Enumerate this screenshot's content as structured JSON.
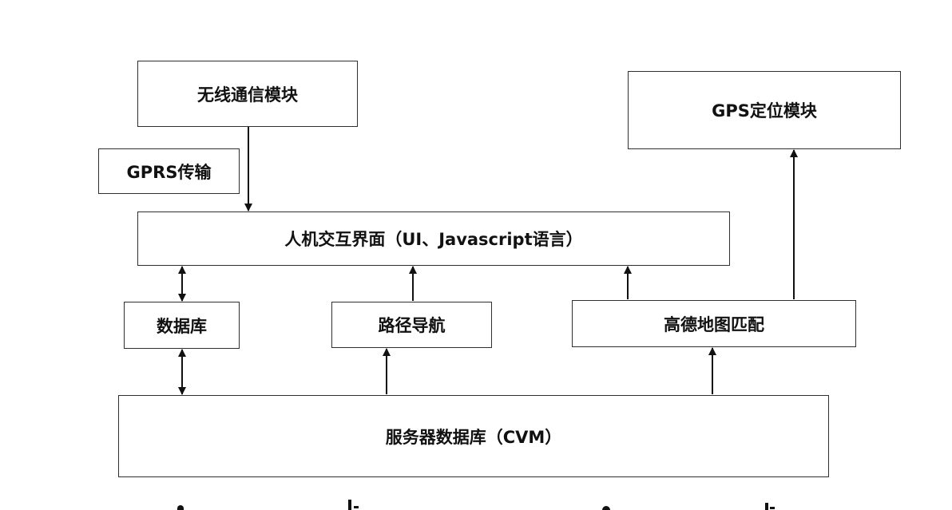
{
  "diagram": {
    "nodes": {
      "wireless": "无线通信模块",
      "gprs": "GPRS传输",
      "gps": "GPS定位模块",
      "ui": "人机交互界面（UI、Javascript语言）",
      "database": "数据库",
      "navigation": "路径导航",
      "amap": "高德地图匹配",
      "server": "服务器数据库（CVM）"
    },
    "edges": [
      {
        "from": "wireless",
        "to": "ui",
        "direction": "one-way"
      },
      {
        "from": "ui",
        "to": "database",
        "direction": "two-way"
      },
      {
        "from": "database",
        "to": "server",
        "direction": "two-way"
      },
      {
        "from": "navigation",
        "to": "ui",
        "direction": "one-way"
      },
      {
        "from": "server",
        "to": "navigation",
        "direction": "one-way"
      },
      {
        "from": "amap",
        "to": "ui",
        "direction": "one-way"
      },
      {
        "from": "server",
        "to": "amap",
        "direction": "one-way"
      },
      {
        "from": "amap",
        "to": "gps",
        "direction": "one-way"
      }
    ],
    "colors": {
      "stroke": "#111111",
      "border": "#2f2f2f",
      "background": "#ffffff"
    }
  }
}
